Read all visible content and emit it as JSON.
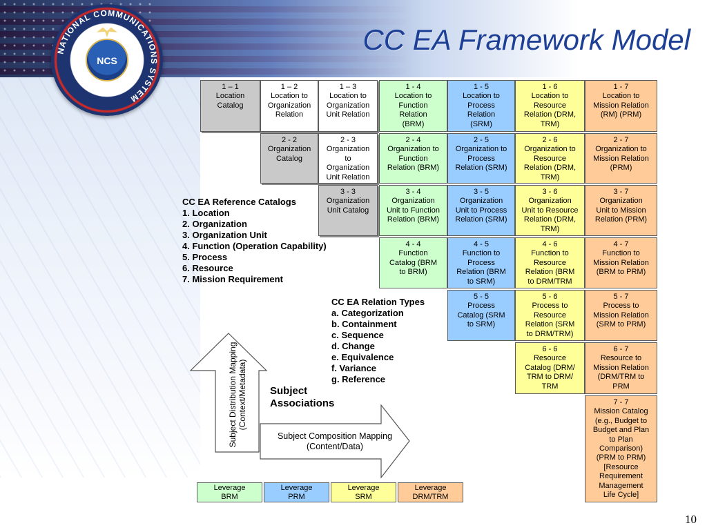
{
  "slide": {
    "title": "CC EA Framework Model",
    "page_number": "10",
    "logo_text": "NATIONAL COMMUNICATIONS SYSTEM",
    "logo_center": "NCS"
  },
  "colors": {
    "title": "#1d3f95",
    "gray": "#c9c9c9",
    "green": "#ccffcc",
    "blue": "#99ccff",
    "yellow": "#ffff99",
    "orange": "#ffcc99"
  },
  "matrix": {
    "c_1_1": "1 – 1\nLocation\nCatalog",
    "c_1_2": "1 – 2\nLocation to\nOrganization\nRelation",
    "c_1_3": "1 – 3\nLocation to\nOrganization\nUnit Relation",
    "c_1_4": "1 - 4\nLocation to\nFunction\nRelation\n(BRM)",
    "c_1_5": "1 - 5\nLocation to\nProcess\nRelation\n(SRM)",
    "c_1_6": "1 - 6\nLocation to\nResource\nRelation (DRM,\nTRM)",
    "c_1_7": "1 - 7\nLocation to\nMission Relation\n(RM) (PRM)",
    "c_2_2": "2 - 2\nOrganization\nCatalog",
    "c_2_3": "2 - 3\nOrganization\nto\nOrganization\nUnit Relation",
    "c_2_4": "2 - 4\nOrganization to\nFunction\nRelation (BRM)",
    "c_2_5": "2 - 5\nOrganization to\nProcess\nRelation (SRM)",
    "c_2_6": "2 - 6\nOrganization to\nResource\nRelation (DRM,\nTRM)",
    "c_2_7": "2 - 7\nOrganization to\nMission Relation\n(PRM)",
    "c_3_3": "3 - 3\nOrganization\nUnit Catalog",
    "c_3_4": "3 - 4\nOrganization\nUnit to Function\nRelation (BRM)",
    "c_3_5": "3 - 5\nOrganization\nUnit to Process\nRelation (SRM)",
    "c_3_6": "3 - 6\nOrganization\nUnit to Resource\nRelation (DRM,\nTRM)",
    "c_3_7": "3 - 7\nOrganization\nUnit to Mission\nRelation (PRM)",
    "c_4_4": "4 - 4\nFunction\nCatalog (BRM\nto BRM)",
    "c_4_5": "4 - 5\nFunction to\nProcess\nRelation (BRM\nto SRM)",
    "c_4_6": "4 - 6\nFunction to\nResource\nRelation (BRM\nto DRM/TRM",
    "c_4_7": "4 - 7\nFunction to\nMission Relation\n(BRM to PRM)",
    "c_5_5": "5 - 5\nProcess\nCatalog (SRM\nto SRM)",
    "c_5_6": "5 - 6\nProcess to\nResource\nRelation (SRM\nto DRM/TRM)",
    "c_5_7": "5 - 7\nProcess to\nMission Relation\n(SRM to PRM)",
    "c_6_6": "6 - 6\nResource\nCatalog (DRM/\nTRM to DRM/\nTRM",
    "c_6_7": "6 - 7\nResource to\nMission Relation\n(DRM/TRM to\nPRM",
    "c_7_7": "7 - 7\nMission Catalog\n(e.g., Budget to\nBudget and Plan\nto Plan\nComparison)\n(PRM to PRM)\n[Resource\nRequirement\nManagement\nLife Cycle]"
  },
  "reference_catalogs": {
    "heading": "CC EA Reference Catalogs",
    "items": [
      "1. Location",
      "2. Organization",
      "3. Organization Unit",
      "4. Function (Operation Capability)",
      "5. Process",
      "6. Resource",
      "7. Mission Requirement"
    ]
  },
  "relation_types": {
    "heading": "CC EA Relation Types",
    "items": [
      "a. Categorization",
      "b. Containment",
      "c. Sequence",
      "d. Change",
      "e. Equivalence",
      "f. Variance",
      "g. Reference"
    ]
  },
  "subject_associations": "Subject\nAssociations",
  "distribution_arrow": "Subject Distribution Mapping\n(Context/Metadata)",
  "composition_arrow": "Subject Composition Mapping\n(Content/Data)",
  "leverage": [
    "Leverage\nBRM",
    "Leverage\nPRM",
    "Leverage\nSRM",
    "Leverage\nDRM/TRM"
  ]
}
